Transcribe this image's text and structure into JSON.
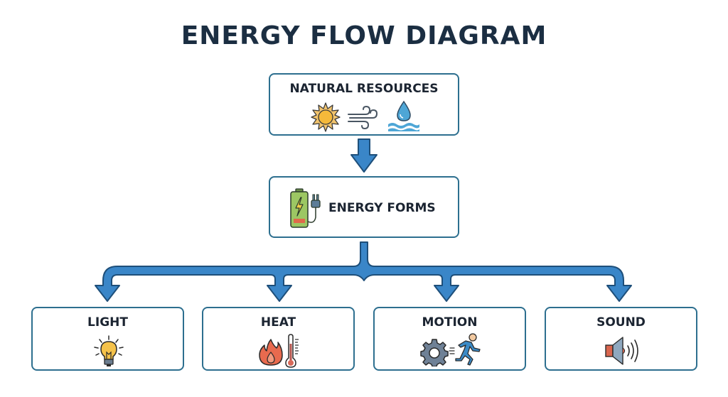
{
  "title": "ENERGY FLOW DIAGRAM",
  "colors": {
    "title": "#1b2e42",
    "box_border": "#2d6f8f",
    "arrow_fill": "#3a86c8",
    "arrow_stroke": "#1e4f7a"
  },
  "nodes": {
    "resources": {
      "label": "NATURAL RESOURCES",
      "icons": [
        "sun-icon",
        "wind-icon",
        "water-drop-icon"
      ]
    },
    "forms": {
      "label": "ENERGY FORMS",
      "icons": [
        "battery-plug-icon"
      ]
    },
    "outputs": [
      {
        "label": "LIGHT",
        "icons": [
          "light-bulb-icon"
        ]
      },
      {
        "label": "HEAT",
        "icons": [
          "flame-icon",
          "thermometer-icon"
        ]
      },
      {
        "label": "MOTION",
        "icons": [
          "gear-icon",
          "running-person-icon"
        ]
      },
      {
        "label": "SOUND",
        "icons": [
          "speaker-icon"
        ]
      }
    ]
  },
  "edges": [
    {
      "from": "NATURAL RESOURCES",
      "to": "ENERGY FORMS"
    },
    {
      "from": "ENERGY FORMS",
      "to": "LIGHT"
    },
    {
      "from": "ENERGY FORMS",
      "to": "HEAT"
    },
    {
      "from": "ENERGY FORMS",
      "to": "MOTION"
    },
    {
      "from": "ENERGY FORMS",
      "to": "SOUND"
    }
  ]
}
